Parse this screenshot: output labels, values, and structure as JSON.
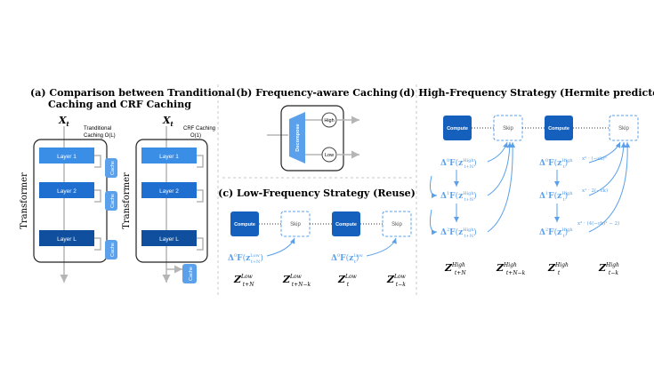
{
  "panel_a": {
    "title_line1": "(a)  Comparison between Tranditional",
    "title_line2": "Caching and CRF Caching",
    "xt": "X",
    "xt_sub": "t",
    "transformer": "Transformer",
    "trad_label_1": "Tranditional",
    "trad_label_2": "Caching O(L)",
    "crf_label_1": "CRF Caching",
    "crf_label_2": "O(1)",
    "layer1": "Layer 1",
    "layer2": "Layer 2",
    "layerL": "Layer L",
    "cache": "Cache"
  },
  "panel_b": {
    "title": "(b) Frequency-aware Caching",
    "decompose": "Decompose",
    "high": "High",
    "low": "Low"
  },
  "panel_c": {
    "title": "(c) Low-Frequency Strategy (Reuse)",
    "compute": "Compute",
    "skip": "Skip",
    "delta": "Δ",
    "F": "F",
    "z": "z",
    "sup0": "0",
    "low_sup": "Low",
    "sub_tN": "t+N",
    "sub_t": "t",
    "z_tN": "t+N",
    "z_tNk": "t+N−k",
    "z_t": "t",
    "z_tk": "t−k"
  },
  "panel_d": {
    "title": "(d) High-Frequency Strategy (Hermite predictor)",
    "compute": "Compute",
    "skip": "Skip",
    "high_sup": "High",
    "sup0": "0",
    "sup1": "1",
    "sup2": "2",
    "sub_tN": "t+N",
    "sub_t": "t",
    "coef0": "x⁰ · (−εk)⁰",
    "coef1": "x¹ · 2(−εk)",
    "coef2": "x² · (4(−εk)² − 2)",
    "z_tN": "t+N",
    "z_tNk": "t+N−k",
    "z_t": "t",
    "z_tk": "t−k"
  },
  "colors": {
    "blue_dark": "#1560bd",
    "blue_mid": "#3b8ee6",
    "blue_light": "#7fb7f2",
    "gray": "#b5b5b5"
  }
}
